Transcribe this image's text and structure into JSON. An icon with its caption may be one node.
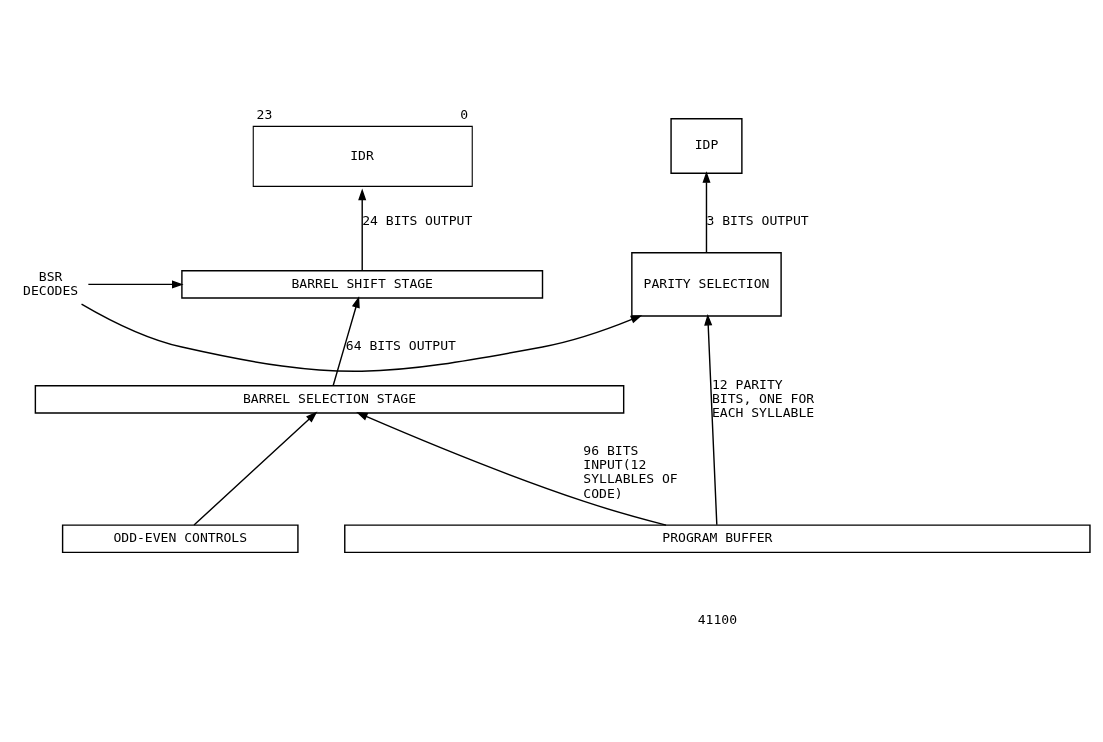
{
  "diagram": {
    "nodes": [
      {
        "text": [
          "IDR"
        ],
        "beside": [
          "23",
          "0"
        ]
      },
      {
        "text": [
          "IDP"
        ]
      },
      {
        "text": [
          "BARREL SHIFT STAGE"
        ]
      },
      {
        "text": [
          "PARITY SELECTION"
        ]
      },
      {
        "text": [
          "BSR DECODES"
        ]
      },
      {
        "text": [
          "BARREL SELECTION STAGE"
        ]
      },
      {
        "text": [
          "ODD-EVEN CONTROLS"
        ]
      },
      {
        "text": [
          "PROGRAM BUFFER"
        ]
      }
    ],
    "edges": [
      {
        "from": 2,
        "to": 0,
        "arrow": "to",
        "label": "24 BITS OUTPUT"
      },
      {
        "from": 3,
        "to": 1,
        "arrow": "to",
        "label": "3 BITS OUTPUT"
      },
      {
        "from": 4,
        "to": 2,
        "arrow": "to"
      },
      {
        "from": 4,
        "to": 3,
        "arrow": "to"
      },
      {
        "from": 5,
        "to": 2,
        "arrow": "to",
        "label": "64 BITS OUTPUT"
      },
      {
        "from": 6,
        "to": 5,
        "arrow": "to"
      },
      {
        "from": 7,
        "to": 5,
        "arrow": "to",
        "label": "96 BITS INPUT(12 SYLLABLES OF CODE)"
      },
      {
        "from": 7,
        "to": 3,
        "arrow": "to",
        "label": "12 PARITY BITS, ONE FOR EACH SYLLABLE"
      }
    ],
    "labels": [
      "41100"
    ]
  }
}
